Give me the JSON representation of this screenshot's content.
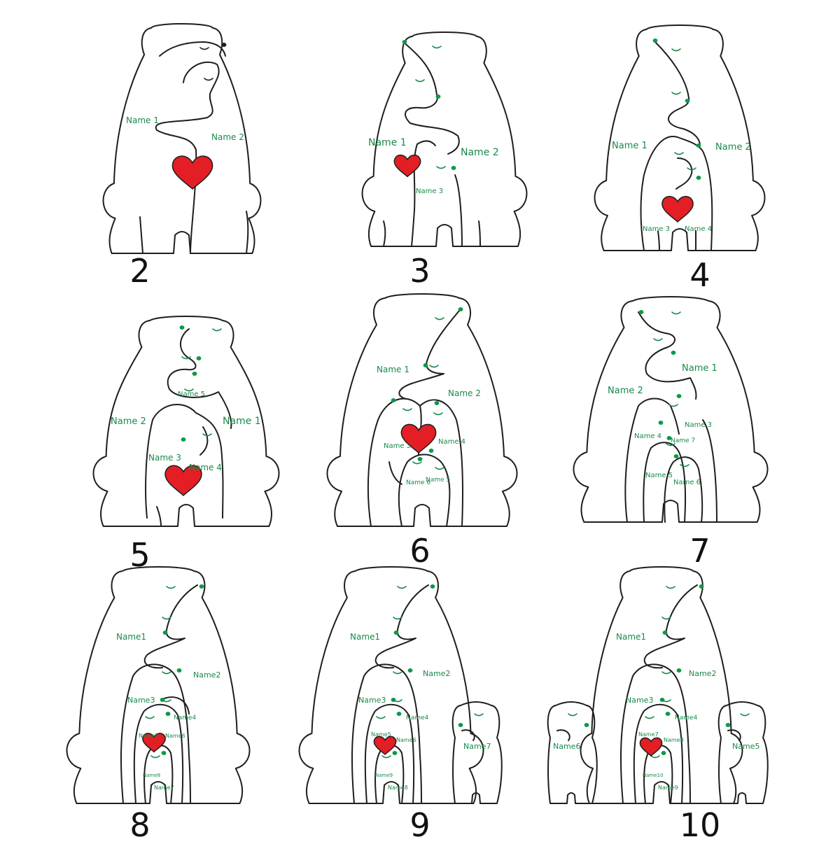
{
  "colors": {
    "outline": "#1e1e1e",
    "text_green": "#1a8a4a",
    "nose_green": "#0b9a48",
    "heart": "#e31e24",
    "number": "#111111"
  },
  "panels": [
    {
      "number": "2",
      "names": [
        "Name 1",
        "Name 2"
      ]
    },
    {
      "number": "3",
      "names": [
        "Name 1",
        "Name 2",
        "Name 3"
      ]
    },
    {
      "number": "4",
      "names": [
        "Name 1",
        "Name 2",
        "Name 3",
        "Name 4"
      ]
    },
    {
      "number": "5",
      "names": [
        "Name 1",
        "Name 2",
        "Name 3",
        "Name 4",
        "Name 5"
      ]
    },
    {
      "number": "6",
      "names": [
        "Name 1",
        "Name 2",
        "Name 3",
        "Name 4",
        "Name 5",
        "Name 6"
      ]
    },
    {
      "number": "7",
      "names": [
        "Name 1",
        "Name 2",
        "Name 3",
        "Name 4",
        "Name 5",
        "Name 6",
        "Name 7"
      ]
    },
    {
      "number": "8",
      "names": [
        "Name1",
        "Name2",
        "Name3",
        "Name4",
        "Name5",
        "Name6",
        "Name7",
        "Name8"
      ]
    },
    {
      "number": "9",
      "names": [
        "Name1",
        "Name2",
        "Name3",
        "Name4",
        "Name5",
        "Name6",
        "Name7",
        "Name8",
        "Name9"
      ]
    },
    {
      "number": "10",
      "names": [
        "Name1",
        "Name2",
        "Name3",
        "Name4",
        "Name5",
        "Name6",
        "Name7",
        "Name8",
        "Name9",
        "Name10"
      ]
    }
  ]
}
